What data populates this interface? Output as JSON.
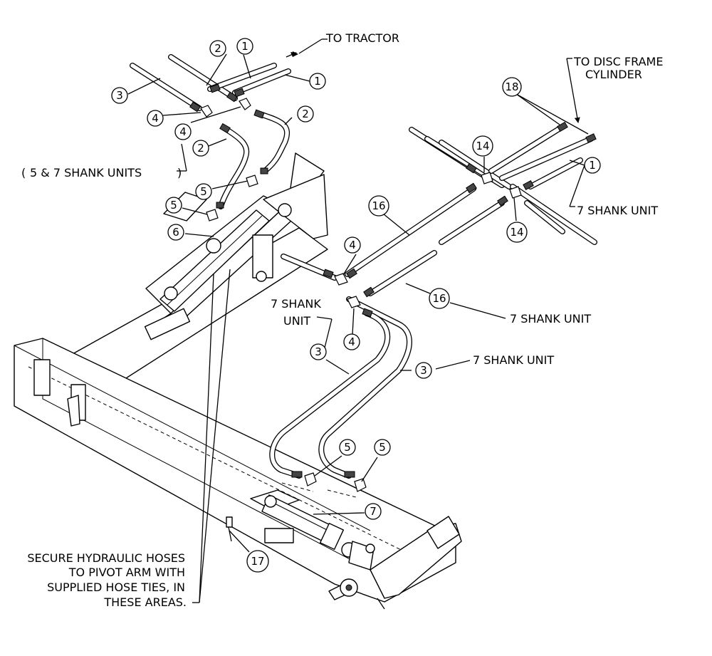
{
  "labels": {
    "to_tractor": "TO TRACTOR",
    "to_disc_frame_1": "TO DISC FRAME",
    "to_disc_frame_2": "CYLINDER",
    "shank_units_5_7": "5 & 7 SHANK UNITS",
    "seven_shank_a": "7 SHANK UNIT",
    "seven_shank_b_1": "7 SHANK",
    "seven_shank_b_2": "UNIT",
    "seven_shank_c": "7 SHANK UNIT",
    "seven_shank_d": "7 SHANK UNIT",
    "note_line_1": "SECURE HYDRAULIC HOSES",
    "note_line_2": "TO PIVOT ARM WITH",
    "note_line_3": "SUPPLIED HOSE TIES, IN",
    "note_line_4": "THESE AREAS."
  },
  "balloons": [
    "1",
    "1",
    "2",
    "3",
    "4",
    "4",
    "2",
    "2",
    "5",
    "5",
    "6",
    "18",
    "14",
    "1",
    "14",
    "16",
    "4",
    "16",
    "4",
    "3",
    "3",
    "5",
    "5",
    "7",
    "17"
  ]
}
